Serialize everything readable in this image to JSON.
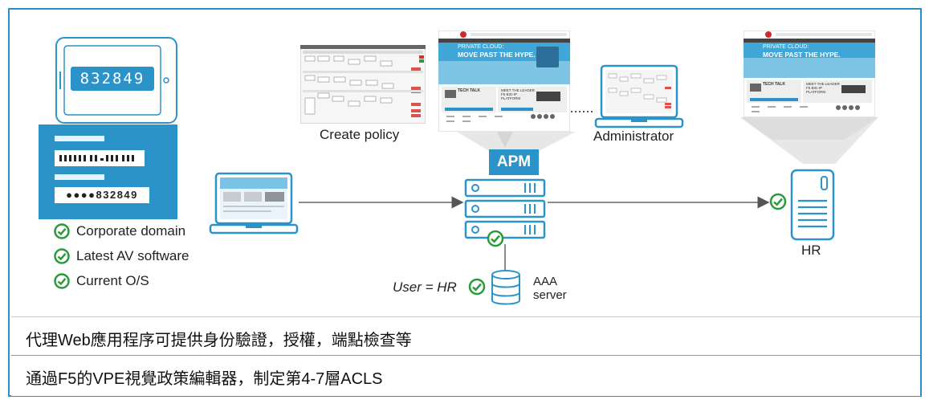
{
  "token": {
    "code": "832849"
  },
  "card": {
    "masked": "●●●●832849"
  },
  "checks": [
    "Corporate domain",
    "Latest AV software",
    "Current O/S"
  ],
  "labels": {
    "create_policy": "Create policy",
    "administrator": "Administrator",
    "apm": "APM",
    "user_eq_hr": "User = HR",
    "aaa_server": "AAA\nserver",
    "hr": "HR"
  },
  "website": {
    "banner_line1": "PRIVATE CLOUD:",
    "banner_line2": "MOVE PAST THE HYPE.",
    "card1": "TECH TALK",
    "card2": "MEET THE LEADER\nF5 BIG-IP PLATFORM"
  },
  "footer": {
    "line1": "代理Web應用程序可提供身份驗證，授權，端點檢查等",
    "line2": "通過F5的VPE視覺政策編輯器，制定第4-7層ACLS"
  },
  "colors": {
    "accent": "#2c93c9",
    "check": "#2a9a3a",
    "dark": "#1e5f8f"
  }
}
